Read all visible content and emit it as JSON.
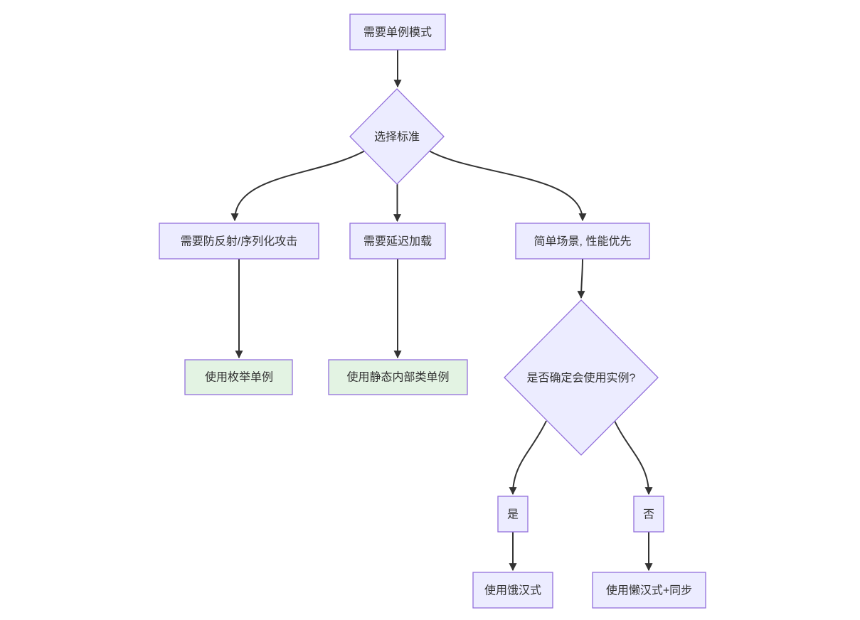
{
  "diagram": {
    "type": "flowchart",
    "direction": "top-down",
    "background_color": "#ffffff",
    "colors": {
      "node_fill": "#ECECFF",
      "node_border": "#9370DB",
      "result_node_fill": "#E3F3E3",
      "edge_stroke": "#333333",
      "text": "#333333"
    },
    "nodes": {
      "need_singleton": {
        "label": "需要单例模式",
        "shape": "rect"
      },
      "criteria": {
        "label": "选择标准",
        "shape": "diamond"
      },
      "anti_attack": {
        "label": "需要防反射/序列化攻击",
        "shape": "rect"
      },
      "lazy_load": {
        "label": "需要延迟加载",
        "shape": "rect"
      },
      "simple_perf": {
        "label": "简单场景, 性能优先",
        "shape": "rect"
      },
      "enum_singleton": {
        "label": "使用枚举单例",
        "shape": "rect",
        "variant": "result"
      },
      "static_inner_singleton": {
        "label": "使用静态内部类单例",
        "shape": "rect",
        "variant": "result"
      },
      "confirm_use_instance": {
        "label": "是否确定会使用实例?",
        "shape": "diamond"
      },
      "yes": {
        "label": "是",
        "shape": "rect"
      },
      "no": {
        "label": "否",
        "shape": "rect"
      },
      "eager_singleton": {
        "label": "使用饿汉式",
        "shape": "rect"
      },
      "lazy_sync_singleton": {
        "label": "使用懒汉式+同步",
        "shape": "rect"
      }
    },
    "edges": [
      {
        "from": "need_singleton",
        "to": "criteria"
      },
      {
        "from": "criteria",
        "to": "anti_attack"
      },
      {
        "from": "criteria",
        "to": "lazy_load"
      },
      {
        "from": "criteria",
        "to": "simple_perf"
      },
      {
        "from": "anti_attack",
        "to": "enum_singleton"
      },
      {
        "from": "lazy_load",
        "to": "static_inner_singleton"
      },
      {
        "from": "simple_perf",
        "to": "confirm_use_instance"
      },
      {
        "from": "confirm_use_instance",
        "to": "yes"
      },
      {
        "from": "confirm_use_instance",
        "to": "no"
      },
      {
        "from": "yes",
        "to": "eager_singleton"
      },
      {
        "from": "no",
        "to": "lazy_sync_singleton"
      }
    ]
  }
}
